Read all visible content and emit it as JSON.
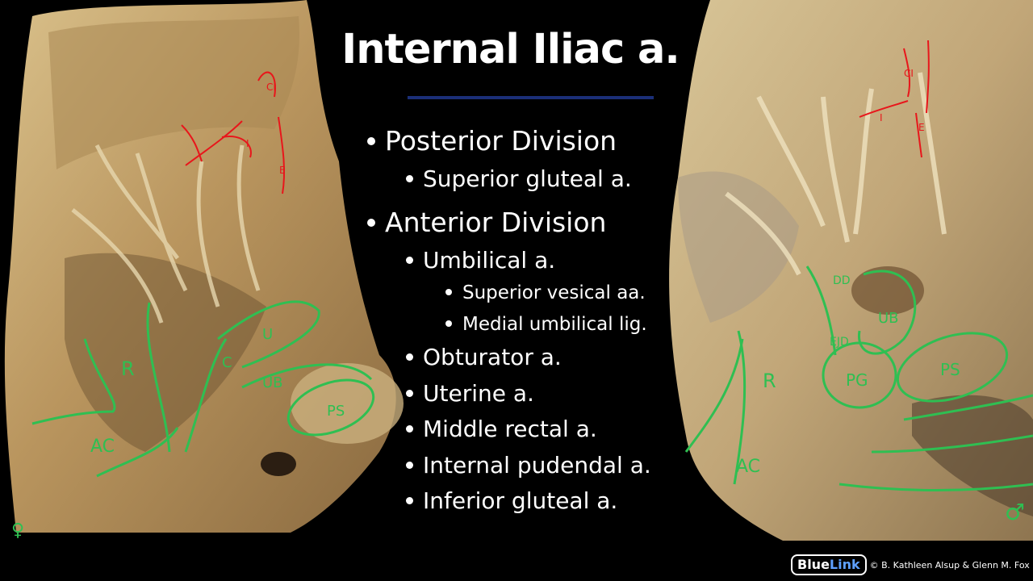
{
  "title": "Internal Iliac a.",
  "outline": [
    {
      "level": 1,
      "text": "Posterior Division"
    },
    {
      "level": 2,
      "text": "Superior gluteal a."
    },
    {
      "level": 1,
      "text": "Anterior Division"
    },
    {
      "level": 2,
      "text": "Umbilical a."
    },
    {
      "level": 3,
      "text": "Superior vesical aa."
    },
    {
      "level": 3,
      "text": "Medial umbilical lig."
    },
    {
      "level": 2,
      "text": "Obturator a."
    },
    {
      "level": 2,
      "text": "Uterine a."
    },
    {
      "level": 2,
      "text": "Middle rectal a."
    },
    {
      "level": 2,
      "text": "Internal pudendal a."
    },
    {
      "level": 2,
      "text": "Inferior gluteal a."
    }
  ],
  "left_photo": {
    "annotations": {
      "red": [
        "CI",
        "I",
        "E"
      ],
      "green": [
        "R",
        "AC",
        "C",
        "U",
        "UB",
        "PS"
      ]
    },
    "symbol": "♀"
  },
  "right_photo": {
    "annotations": {
      "red": [
        "CI",
        "I",
        "E"
      ],
      "green": [
        "R",
        "AC",
        "PG",
        "UB",
        "PS",
        "DD",
        "EJD"
      ]
    },
    "symbol": "♂"
  },
  "footer": {
    "brand_part1": "Blue",
    "brand_part2": "Link",
    "copyright": "© B. Kathleen Alsup & Glenn M. Fox"
  },
  "colors": {
    "background": "#000000",
    "rule": "#1b2f78",
    "annotation_red": "#e8161b",
    "annotation_green": "#2fbf52",
    "brand_link": "#5ea0ff"
  }
}
